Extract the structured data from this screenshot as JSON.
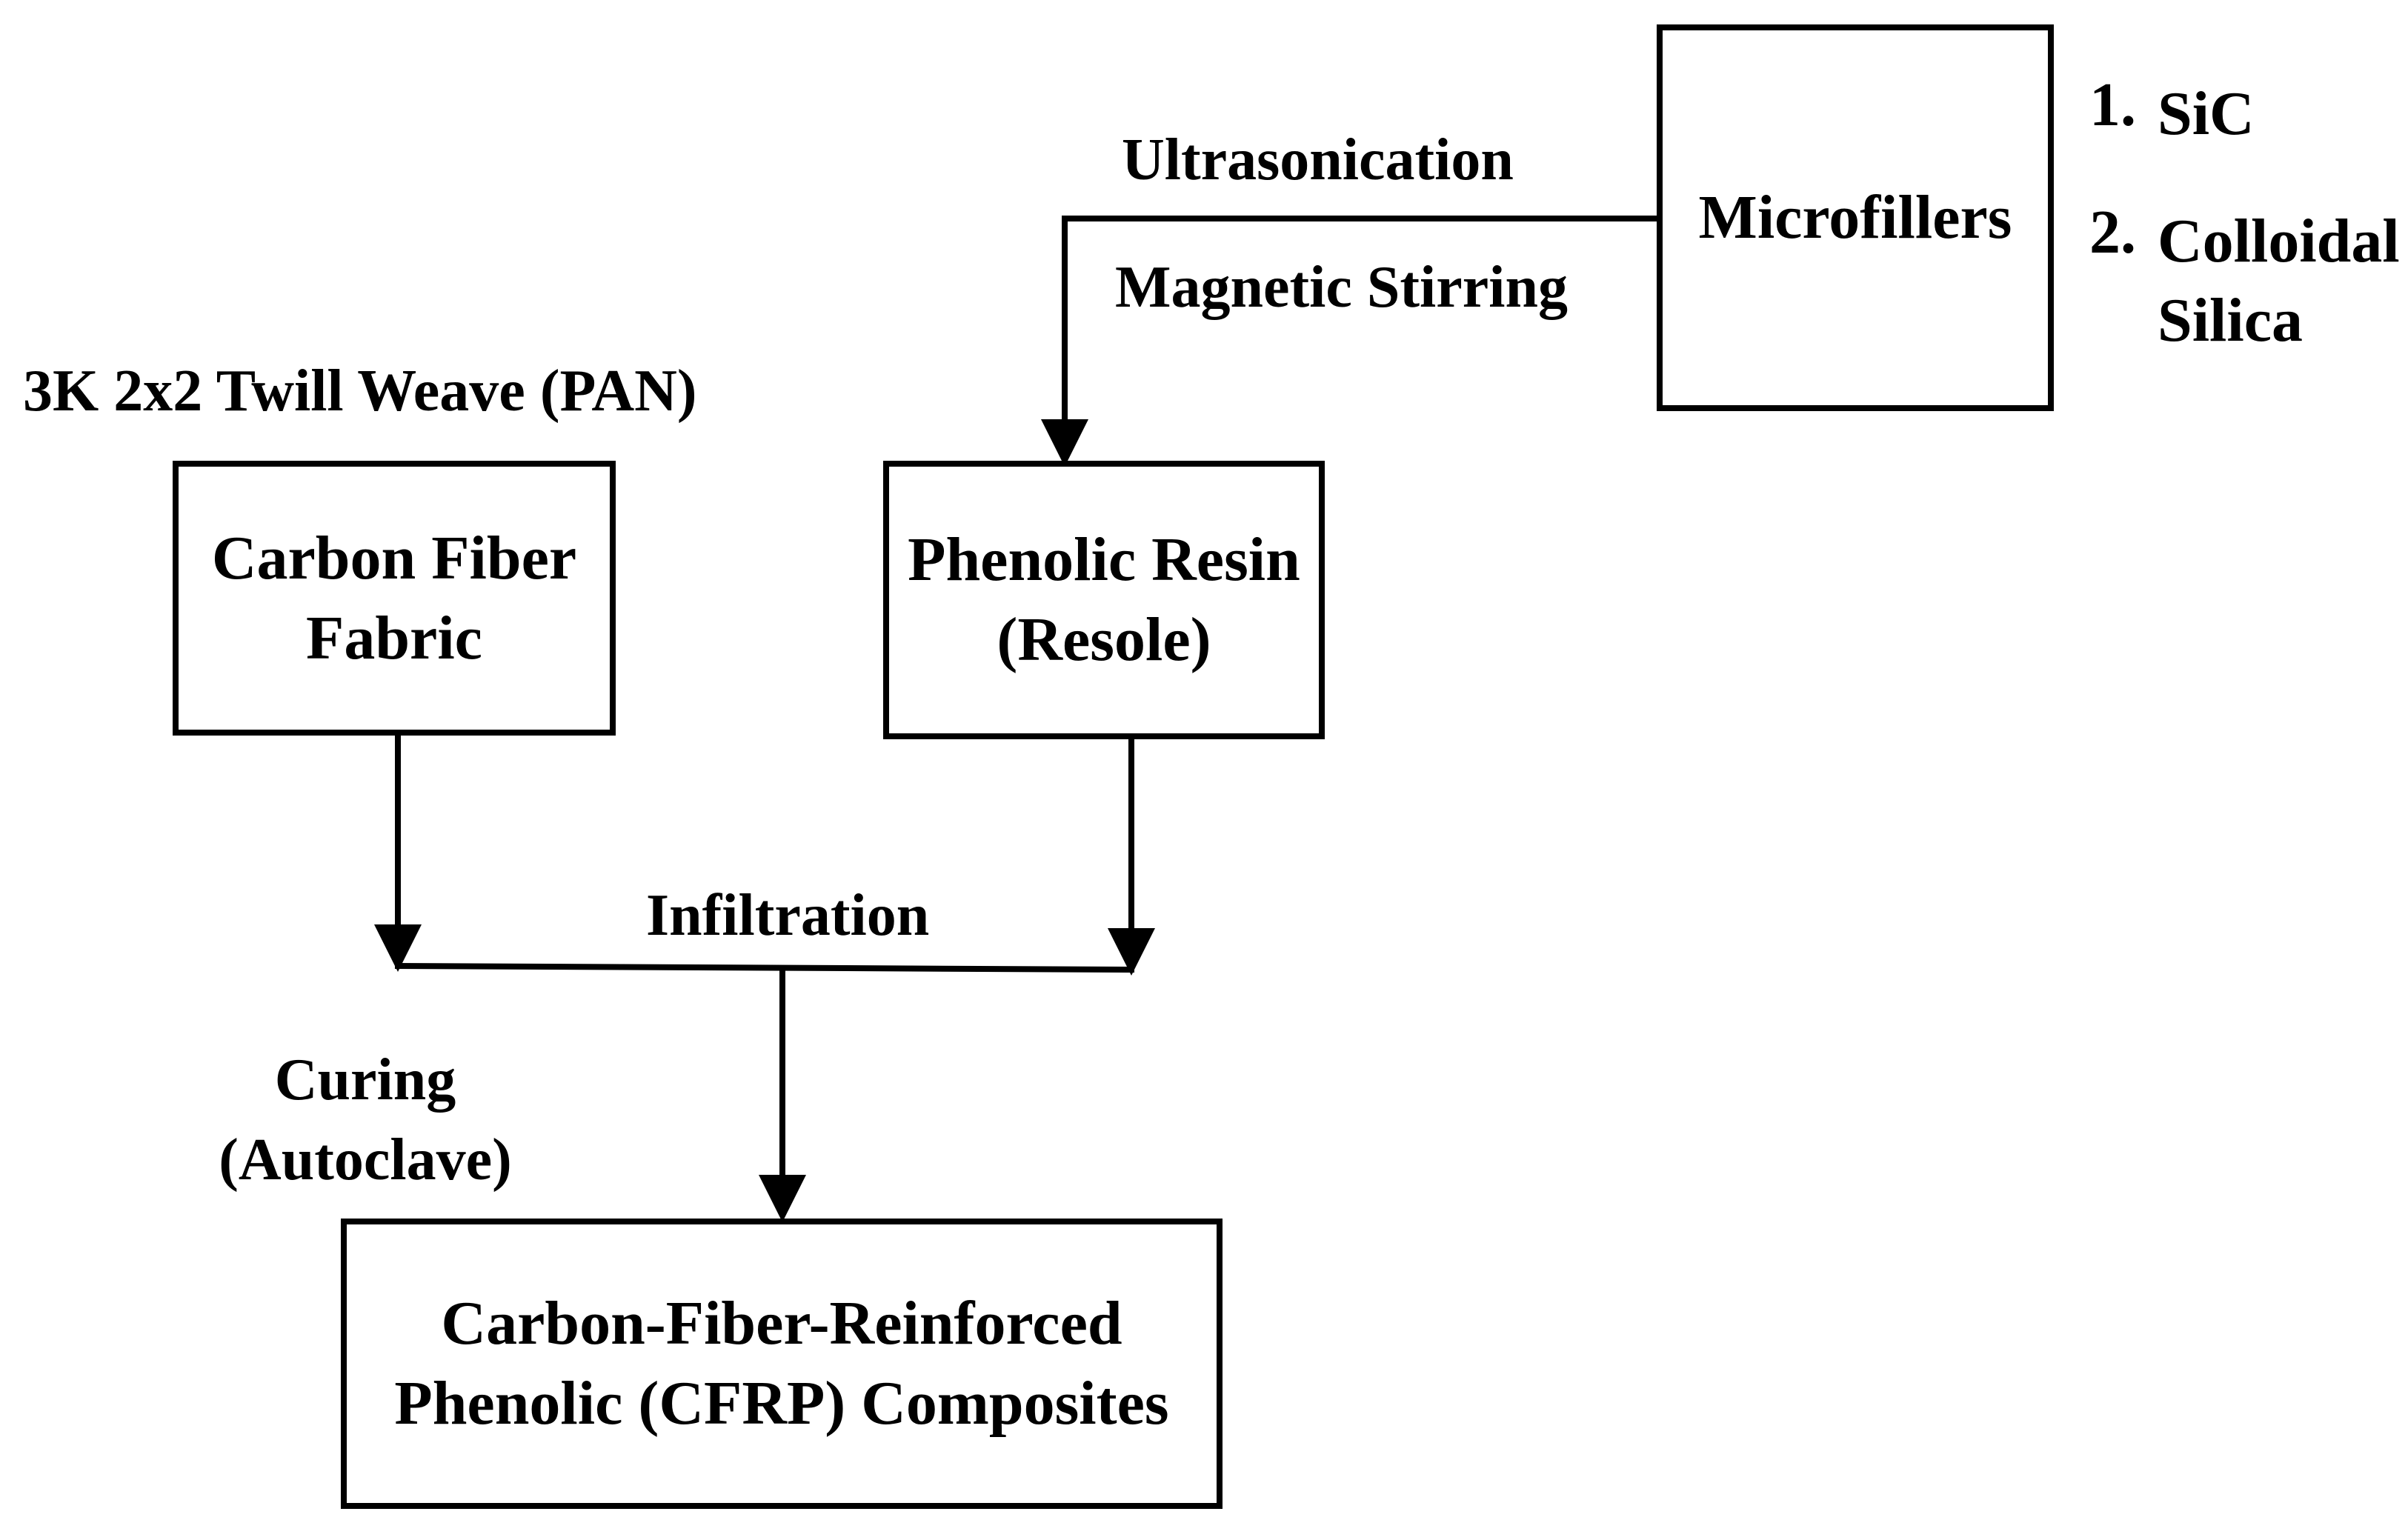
{
  "boxes": {
    "carbon_fiber": {
      "lines": [
        "Carbon Fiber",
        "Fabric"
      ]
    },
    "phenolic_resin": {
      "lines": [
        "Phenolic Resin",
        "(Resole)"
      ]
    },
    "microfillers": {
      "lines": [
        "Microfillers"
      ]
    },
    "cfrp": {
      "lines": [
        "Carbon-Fiber-Reinforced",
        "Phenolic (CFRP) Composites"
      ]
    }
  },
  "labels": {
    "fiber_spec": "3K 2x2 Twill Weave (PAN)",
    "ultrasonication": "Ultrasonication",
    "magnetic_stirring": "Magnetic Stirring",
    "infiltration": "Infiltration",
    "curing_line1": "Curing",
    "curing_line2": "(Autoclave)"
  },
  "microfiller_list": [
    {
      "num": "1.",
      "lines": [
        "SiC"
      ]
    },
    {
      "num": "2.",
      "lines": [
        "Colloidal",
        "Silica"
      ]
    }
  ],
  "colors": {
    "line": "#000000",
    "background": "#ffffff",
    "text": "#000000"
  }
}
